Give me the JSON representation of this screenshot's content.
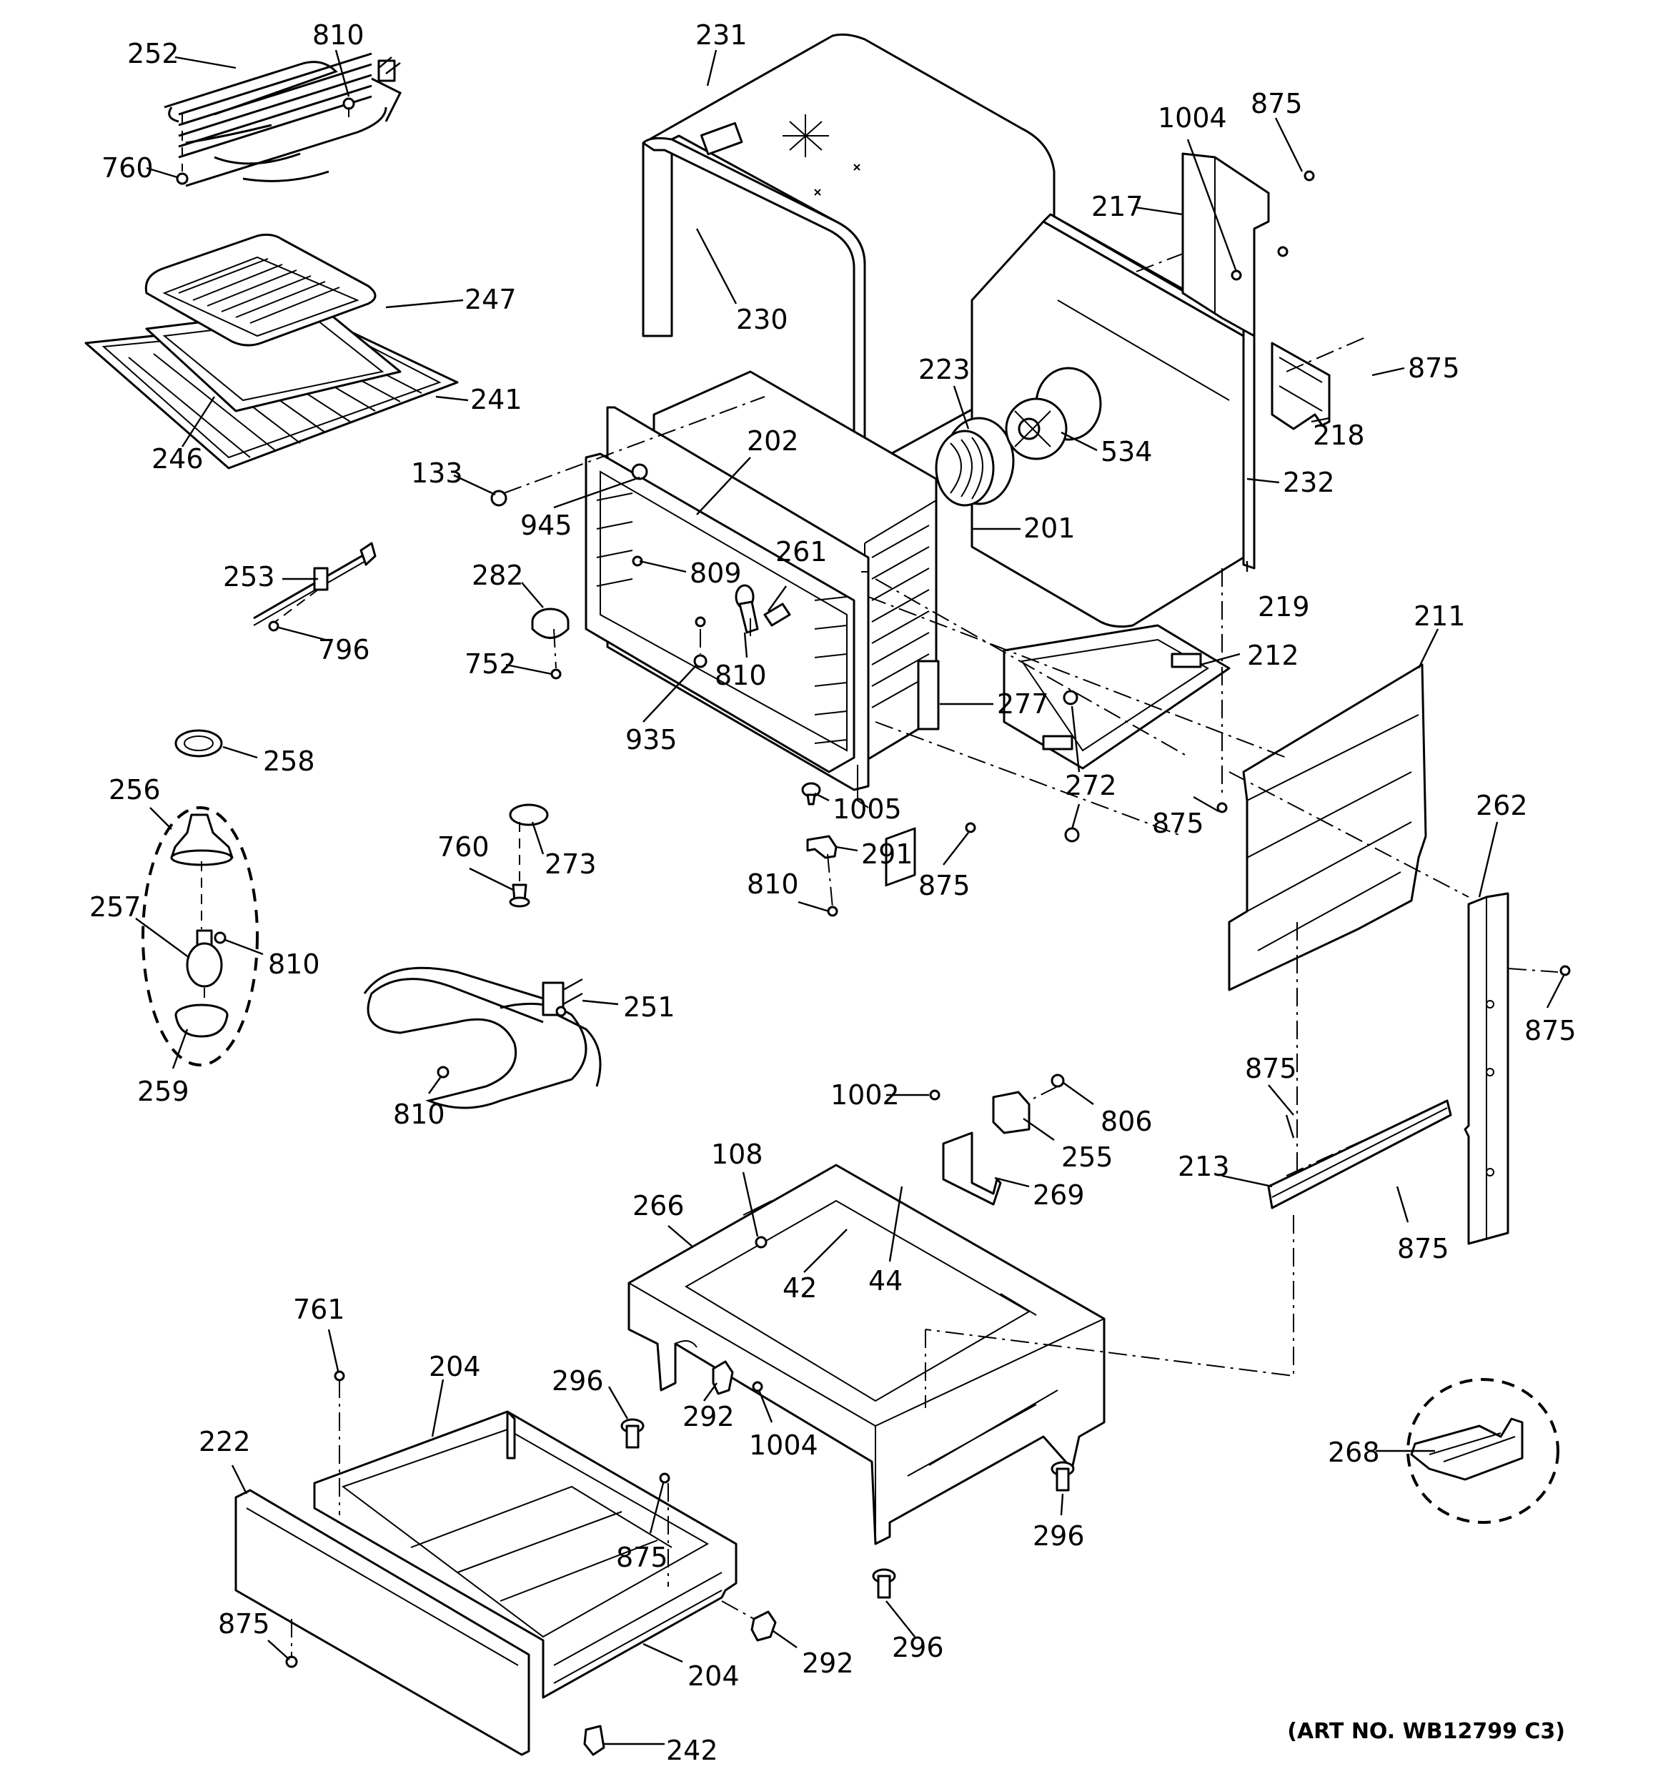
{
  "art_number": "(ART NO. WB12799 C3)",
  "callouts": {
    "p252": "252",
    "p810a": "810",
    "p760a": "760",
    "p247": "247",
    "p241": "241",
    "p246": "246",
    "p231": "231",
    "p230": "230",
    "p223": "223",
    "p534": "534",
    "p1004a": "1004",
    "p875a": "875",
    "p217": "217",
    "p875b": "875",
    "p218": "218",
    "p232": "232",
    "p219": "219",
    "p201": "201",
    "p202": "202",
    "p133": "133",
    "p945": "945",
    "p282": "282",
    "p809": "809",
    "p261": "261",
    "p810b": "810",
    "p752": "752",
    "p935": "935",
    "p253": "253",
    "p796": "796",
    "p211": "211",
    "p212": "212",
    "p277": "277",
    "p272": "272",
    "p875c": "875",
    "p258": "258",
    "p256": "256",
    "p257": "257",
    "p810c": "810",
    "p259": "259",
    "p760b": "760",
    "p273": "273",
    "p1005": "1005",
    "p291": "291",
    "p810d": "810",
    "p875d": "875",
    "p262": "262",
    "p875e": "875",
    "p251": "251",
    "p810e": "810",
    "p1002": "1002",
    "p806": "806",
    "p255": "255",
    "p875f": "875",
    "p213": "213",
    "p875g": "875",
    "p108": "108",
    "p266": "266",
    "p269": "269",
    "p42": "42",
    "p44": "44",
    "p761": "761",
    "p204a": "204",
    "p296a": "296",
    "p292a": "292",
    "p1004b": "1004",
    "p222": "222",
    "p875h": "875",
    "p296b": "296",
    "p268": "268",
    "p875i": "875",
    "p296c": "296",
    "p292b": "292",
    "p204b": "204",
    "p242": "242"
  }
}
